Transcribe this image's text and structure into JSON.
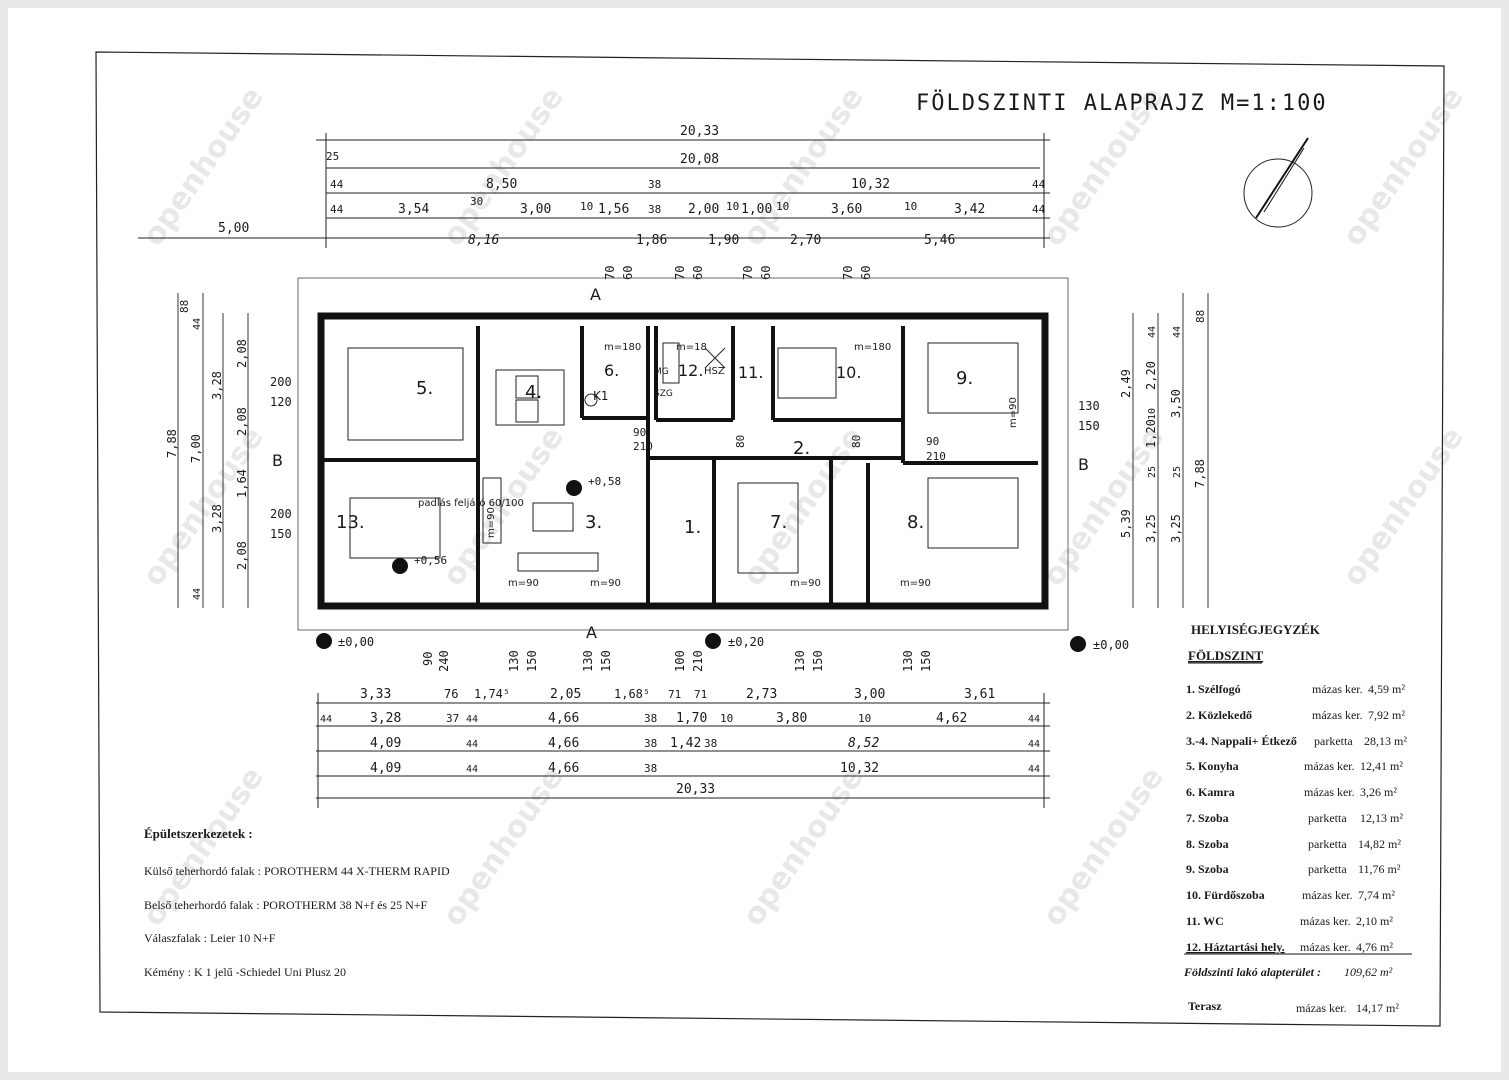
{
  "title": "FÖLDSZINTI ALAPRAJZ  M=1:100",
  "watermark": "openhouse",
  "top_dims": {
    "row1": [
      "20,33"
    ],
    "row2": [
      "25",
      "20,08"
    ],
    "row3": [
      "44",
      "8,50",
      "38",
      "10,32",
      "44"
    ],
    "row4": [
      "44",
      "3,54",
      "30",
      "3,00",
      "10",
      "1,56",
      "38",
      "2,00",
      "10",
      "1,00",
      "10",
      "3,60",
      "10",
      "3,42",
      "44"
    ],
    "row5": [
      "5,00",
      "8,16",
      "1,86",
      "1,90",
      "2,70",
      "5,46"
    ],
    "window_heights": [
      "70",
      "60",
      "70",
      "60",
      "70",
      "60",
      "70",
      "60"
    ]
  },
  "bottom_dims": {
    "row1": [
      "3,33",
      "76",
      "1,74⁵",
      "2,05",
      "1,68⁵",
      "71",
      "71",
      "2,73",
      "3,00",
      "3,61"
    ],
    "row2": [
      "44",
      "3,28",
      "37",
      "44",
      "4,66",
      "38",
      "1,70",
      "10",
      "3,80",
      "10",
      "4,62",
      "44"
    ],
    "row3": [
      "4,09",
      "44",
      "4,66",
      "38",
      "1,42",
      "38",
      "8,52",
      "44"
    ],
    "row4": [
      "4,09",
      "44",
      "4,66",
      "38",
      "10,32",
      "44"
    ],
    "row5": [
      "20,33"
    ],
    "window_heights": [
      "90",
      "240",
      "130",
      "150",
      "130",
      "150",
      "100",
      "210",
      "130",
      "150",
      "130",
      "150"
    ]
  },
  "left_dims": {
    "outer": [
      "7,88",
      "7,00",
      "88",
      "44",
      "44"
    ],
    "col3": [
      "3,28",
      "3,28"
    ],
    "col4": [
      "2,08",
      "2,08",
      "1,64",
      "2,08"
    ],
    "window": [
      "200",
      "120",
      "200",
      "150"
    ]
  },
  "right_dims": {
    "outer": [
      "7,88",
      "88",
      "44",
      "44"
    ],
    "col1": [
      "2,49",
      "5,39"
    ],
    "col2": [
      "2,20",
      "1,20",
      "3,25",
      "10",
      "25"
    ],
    "col3": [
      "3,50",
      "3,25",
      "25"
    ],
    "window": [
      "130",
      "150"
    ]
  },
  "rooms": [
    {
      "num": "1.",
      "id": "1"
    },
    {
      "num": "2.",
      "id": "2"
    },
    {
      "num": "3.",
      "id": "3"
    },
    {
      "num": "4.",
      "id": "4"
    },
    {
      "num": "5.",
      "id": "5"
    },
    {
      "num": "6.",
      "id": "6"
    },
    {
      "num": "7.",
      "id": "7"
    },
    {
      "num": "8.",
      "id": "8"
    },
    {
      "num": "9.",
      "id": "9"
    },
    {
      "num": "10.",
      "id": "10"
    },
    {
      "num": "11.",
      "id": "11"
    },
    {
      "num": "12.",
      "id": "12"
    },
    {
      "num": "13.",
      "id": "13"
    }
  ],
  "plan_labels": {
    "section_a": "A",
    "section_b": "B",
    "level_zero": "±0,00",
    "level_020": "±0,20",
    "level_058": "+0,58",
    "level_056": "+0,56",
    "door_90": "m=90",
    "door_180": "m=180",
    "door_18": "m=18",
    "k1": "K1",
    "hsz": "HSZ",
    "mg": "MG",
    "szg": "SZG",
    "terrace_note": "padlás feljáró 60/100",
    "d_210": "210",
    "d_90": "90",
    "d_80": "80",
    "d_70": "70",
    "d_60": "60",
    "d_25": "25"
  },
  "legend": {
    "title": "HELYISÉGJEGYZÉK",
    "subtitle": "FÖLDSZINT",
    "items": [
      {
        "name": "1. Szélfogó",
        "floor": "mázas ker.",
        "area": "4,59 m²"
      },
      {
        "name": "2. Közlekedő",
        "floor": "mázas ker.",
        "area": "7,92 m²"
      },
      {
        "name": "3.-4. Nappali+ Étkező",
        "floor": "parketta",
        "area": "28,13 m²"
      },
      {
        "name": "5. Konyha",
        "floor": "mázas ker.",
        "area": "12,41 m²"
      },
      {
        "name": "6. Kamra",
        "floor": "mázas ker.",
        "area": "3,26 m²"
      },
      {
        "name": "7. Szoba",
        "floor": "parketta",
        "area": "12,13 m²"
      },
      {
        "name": "8. Szoba",
        "floor": "parketta",
        "area": "14,82 m²"
      },
      {
        "name": "9. Szoba",
        "floor": "parketta",
        "area": "11,76 m²"
      },
      {
        "name": "10. Fürdőszoba",
        "floor": "mázas ker.",
        "area": "7,74 m²"
      },
      {
        "name": "11. WC",
        "floor": "mázas ker.",
        "area": "2,10 m²"
      },
      {
        "name": "12. Háztartási hely.",
        "floor": "mázas ker.",
        "area": "4,76 m²"
      }
    ],
    "total_label": "Földszinti lakó alapterület :",
    "total_value": "109,62 m²",
    "terrace": {
      "name": "Terasz",
      "floor": "mázas ker.",
      "area": "14,17 m²"
    }
  },
  "structures": {
    "title": "Épületszerkezetek :",
    "lines": [
      "Külső teherhordó falak : POROTHERM 44 X-THERM RAPID",
      "Belső teherhordó falak : POROTHERM 38 N+f és 25 N+F",
      "Válaszfalak : Leier 10 N+F",
      "Kémény : K 1 jelű -Schiedel Uni Plusz 20"
    ]
  }
}
